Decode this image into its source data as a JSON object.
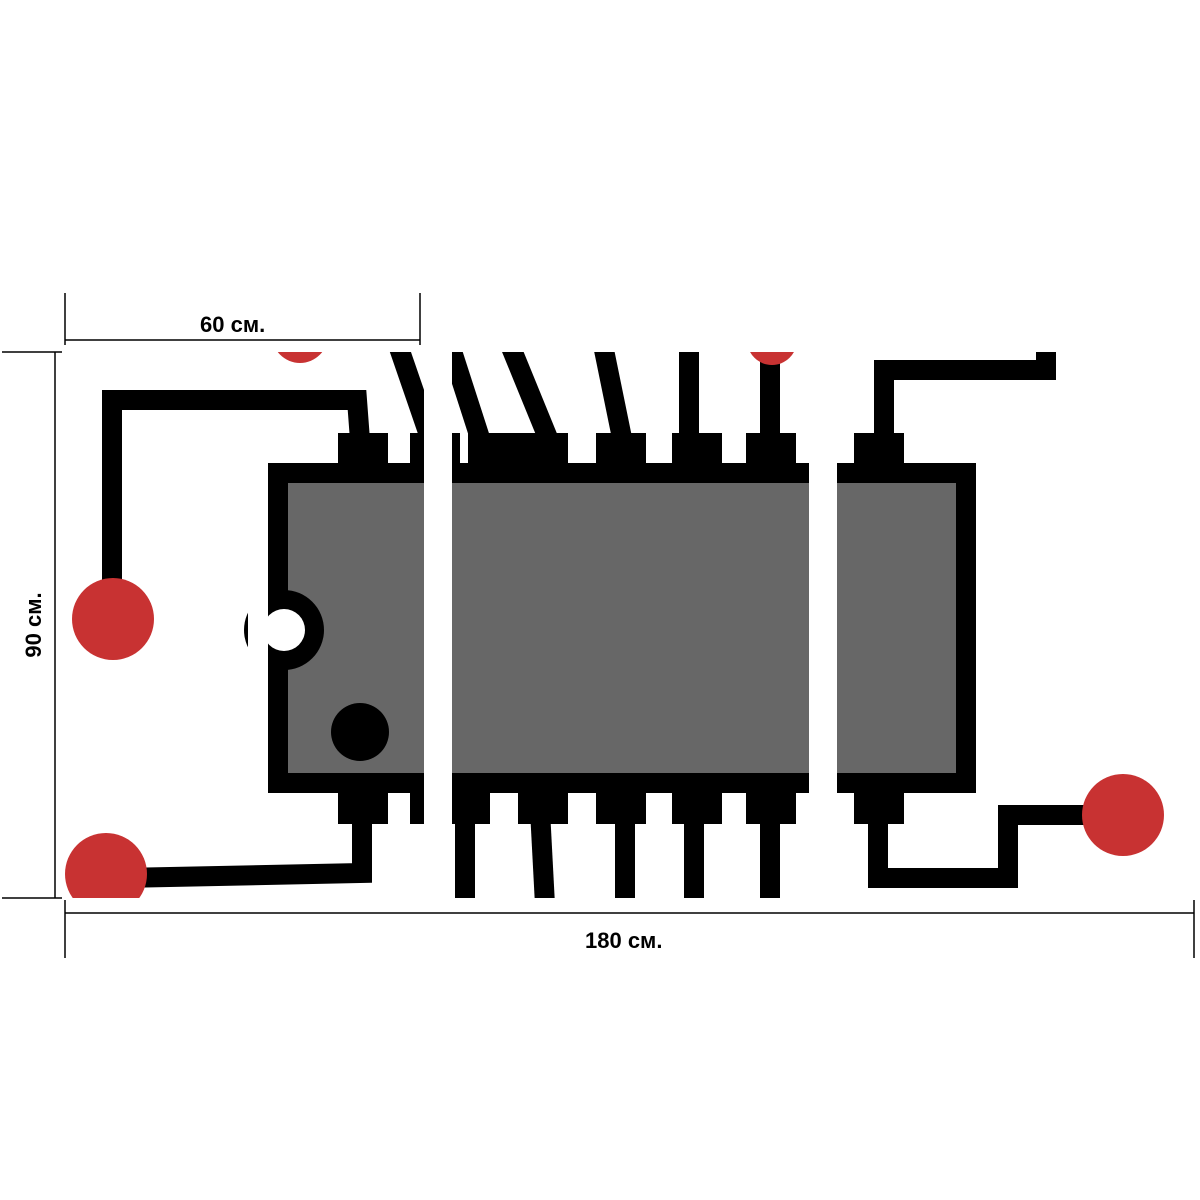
{
  "dimensions": {
    "panel_width": "60 см.",
    "total_width": "180 см.",
    "height": "90 см."
  },
  "colors": {
    "background": "#ffffff",
    "trace": "#000000",
    "chip_body": "#676767",
    "pad": "#c83232",
    "dimension_line": "#000000"
  },
  "artwork": {
    "panel_count": 3,
    "subject": "integrated-circuit-chip-icon"
  }
}
